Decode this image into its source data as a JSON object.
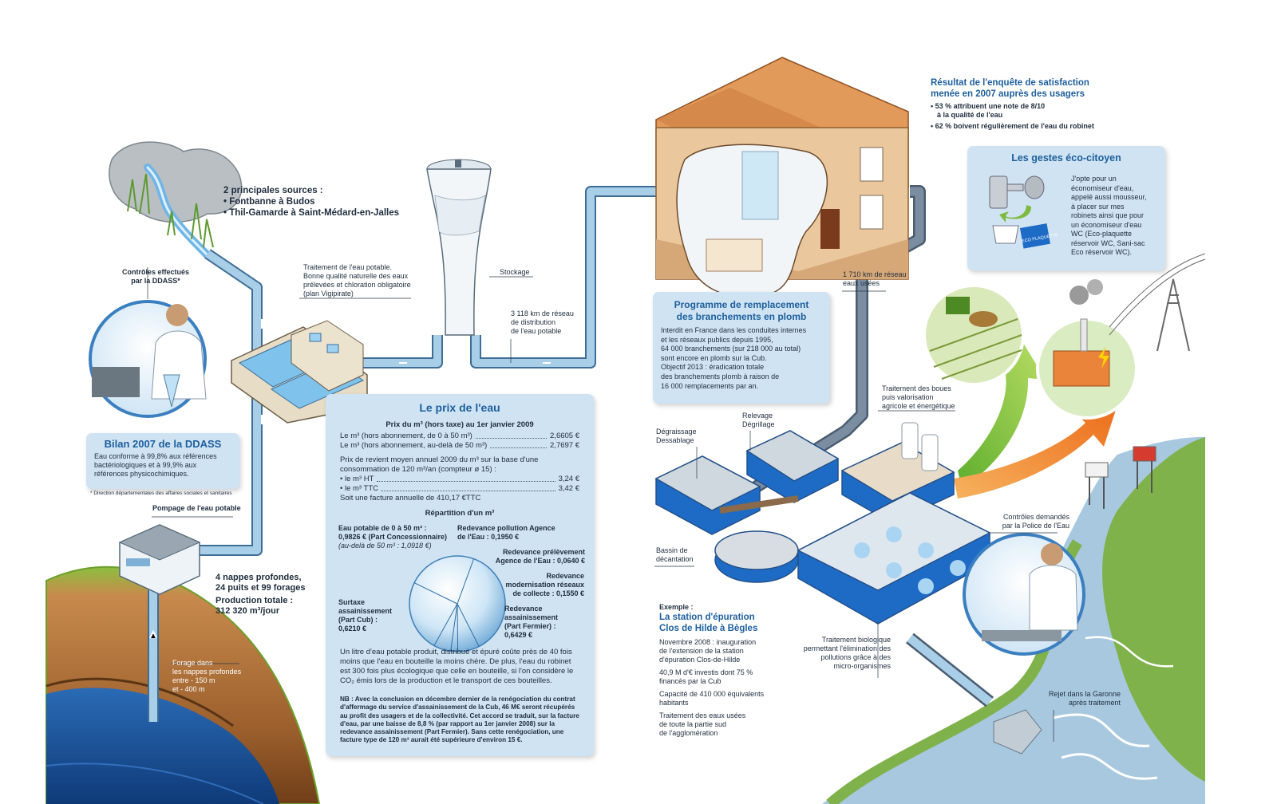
{
  "colors": {
    "pipe": "#a9cfe8",
    "pipe_edge": "#3e6e96",
    "box_bg": "#cfe3f2",
    "title_blue": "#1d5f9d",
    "waste_pipe": "#5f7287",
    "river": "#a7c8df",
    "soil": "#b47a45",
    "grass": "#8fbf3e",
    "house_wall": "#e9c79a",
    "roof": "#d9884a",
    "green_arrow": "#8cc63f",
    "orange_arrow": "#f08a2c"
  },
  "sources": {
    "title": "2 principales sources :",
    "items": [
      "• Fontbanne à Budos",
      "• Thil-Gamarde à Saint-Médard-en-Jalles"
    ]
  },
  "controls_ddass": {
    "line1": "Contrôles effectués",
    "line2": "par la DDASS*"
  },
  "treatment": {
    "lines": [
      "Traitement de l'eau potable.",
      "Bonne qualité naturelle des eaux",
      "prélevées et chloration obligatoire",
      "(plan Vigipirate)"
    ]
  },
  "storage": {
    "label": "Stockage"
  },
  "network_potable": {
    "lines": [
      "3 118 km de réseau",
      "de distribution",
      "de l'eau potable"
    ]
  },
  "ddass_box": {
    "title": "Bilan 2007 de la DDASS",
    "text": "Eau conforme à 99,8% aux références bactériologiques et à 99,9% aux références physicochimiques.",
    "footnote": "* Direction départementales des affaires sociales et sanitaires"
  },
  "pumping": {
    "label": "Pompage de l'eau potable"
  },
  "aquifers": {
    "line1": "4 nappes profondes,",
    "line2": "24 puits et 99 forages",
    "prod_label": "Production totale :",
    "prod_value": "312 320 m³/jour"
  },
  "drilling": {
    "lines": [
      "Forage dans",
      "les nappes profondes",
      "entre - 150 m",
      "et - 400 m"
    ]
  },
  "price_box": {
    "title": "Le prix de l'eau",
    "subtitle": "Prix du m³ (hors taxe) au 1er janvier 2009",
    "rows": [
      {
        "label": "Le m³ (hors abonnement, de 0 à 50 m³)",
        "value": "2,6605 €"
      },
      {
        "label": "Le m³ (hors abonnement, au-delà de 50 m³)",
        "value": "2,7697 €"
      }
    ],
    "avg_intro": "Prix de revient moyen annuel 2009 du m³ sur la base d'une consommation de 120 m³/an (compteur ø 15) :",
    "avg_rows": [
      {
        "label": "• le m³ HT",
        "value": "3,24 €"
      },
      {
        "label": "• le m³ TTC",
        "value": "3,42 €"
      }
    ],
    "annual": "Soit une facture annuelle de 410,17 €TTC",
    "split_title": "Répartition d'un m³",
    "conclusion": "Un litre d'eau potable produit, distribué et épuré coûte près de 40 fois moins que l'eau en bouteille la moins chère. De plus, l'eau du robinet est 300 fois plus écologique que celle en bouteille, si l'on considère le CO₂ émis lors de la production et le transport de ces bouteilles.",
    "nb": "NB : Avec la conclusion en décembre dernier de la renégociation du contrat d'affermage du service d'assainissement de la Cub, 46 M€ seront récupérés au profit des usagers et de la collectivité. Cet accord se traduit, sur la facture d'eau, par une baisse de 8,8 % (par rapport au 1er janvier 2008) sur la redevance assainissement (Part Fermier). Sans cette renégociation, une facture type de 120 m³ aurait été supérieure d'environ 15 €."
  },
  "chart_data": {
    "type": "pie",
    "title": "Répartition d'un m³",
    "slices": [
      {
        "label": "Eau potable de 0 à 50 m³ : (Part Concessionnaire)",
        "value": 0.9826,
        "value_text": "0,9826 €",
        "note": "(au-delà de 50 m³ : 1,0918 €)"
      },
      {
        "label": "Redevance pollution Agence de l'Eau",
        "value": 0.195,
        "value_text": "0,1950 €"
      },
      {
        "label": "Redevance prélèvement Agence de l'Eau",
        "value": 0.064,
        "value_text": "0,0640 €"
      },
      {
        "label": "Redevance modernisation réseaux de collecte",
        "value": 0.155,
        "value_text": "0,1550 €"
      },
      {
        "label": "Redevance assainissement (Part Fermier)",
        "value": 0.6429,
        "value_text": "0,6429 €"
      },
      {
        "label": "Surtaxe assainissement (Part Cub)",
        "value": 0.621,
        "value_text": "0,6210 €"
      }
    ]
  },
  "pie_labels": {
    "eau_potable": [
      "Eau potable de 0 à 50 m³ :",
      "0,9826 € (Part Concessionnaire)"
    ],
    "eau_potable_note": "(au-delà de 50 m³ : 1,0918 €)",
    "pollution": [
      "Redevance pollution Agence",
      "de l'Eau : 0,1950 €"
    ],
    "prelevement": [
      "Redevance prélèvement",
      "Agence de l'Eau : 0,0640 €"
    ],
    "modernisation": [
      "Redevance",
      "modernisation réseaux",
      "de collecte : 0,1550 €"
    ],
    "assainissement": [
      "Redevance",
      "assainissement",
      "(Part Fermier) :",
      "0,6429 €"
    ],
    "surtaxe": [
      "Surtaxe",
      "assainissement",
      "(Part Cub) :",
      "0,6210 €"
    ]
  },
  "survey": {
    "title1": "Résultat de l'enquête de satisfaction",
    "title2": "menée en 2007 auprès des usagers",
    "items": [
      "• 53 % attribuent une note de 8/10",
      "   à la qualité de l'eau",
      "• 62 % boivent régulièrement de l'eau du robinet"
    ]
  },
  "eco_box": {
    "title": "Les gestes éco-citoyen",
    "text": [
      "J'opte pour un",
      "économiseur d'eau,",
      "appelé aussi mousseur,",
      "à placer sur mes",
      "robinets ainsi que pour",
      "un économiseur d'eau",
      "WC (Eco-plaquette",
      "réservoir WC, Sani-sac",
      "Eco réservoir WC)."
    ],
    "plaque": "ECO PLAQUETTE"
  },
  "lead_box": {
    "title1": "Programme de remplacement",
    "title2": "des branchements en plomb",
    "text": [
      "Interdit en France dans les conduites internes",
      "et les réseaux publics depuis 1995,",
      "64 000 branchements (sur 218 000 au total)",
      "sont encore en plomb sur la Cub.",
      "Objectif 2013 : éradication totale",
      "des branchements plomb à raison de",
      "16 000 remplacements par an."
    ]
  },
  "waste_network": {
    "line1": "1 710 km de réseau",
    "line2": "eaux usées"
  },
  "sludge": {
    "lines": [
      "Traitement des boues",
      "puis valorisation",
      "agricole et énergétique"
    ]
  },
  "degreasing": {
    "line1": "Dégraissage",
    "line2": "Dessablage"
  },
  "screening": {
    "line1": "Relevage",
    "line2": "Dégrillage"
  },
  "settling": {
    "line1": "Bassin de",
    "line2": "décantation"
  },
  "police": {
    "line1": "Contrôles demandés",
    "line2": "par la Police de l'Eau"
  },
  "station": {
    "example": "Exemple :",
    "title1": "La station d'épuration",
    "title2": "Clos de Hilde à Bègles",
    "facts": [
      [
        "Novembre 2008 : inauguration",
        "de l'extension de la station",
        "d'épuration Clos-de-Hilde"
      ],
      [
        "40,9 M d'€ investis dont 75 %",
        "financés par la Cub"
      ],
      [
        "Capacité de 410 000 équivalents",
        "habitants"
      ],
      [
        "Traitement des eaux usées",
        "de toute la partie sud",
        "de l'agglomération"
      ]
    ]
  },
  "bio": {
    "lines": [
      "Traitement biologique",
      "permettant l'élimination des",
      "pollutions grâce à des",
      "micro-organismes"
    ]
  },
  "discharge": {
    "line1": "Rejet dans la Garonne",
    "line2": "après traitement"
  }
}
